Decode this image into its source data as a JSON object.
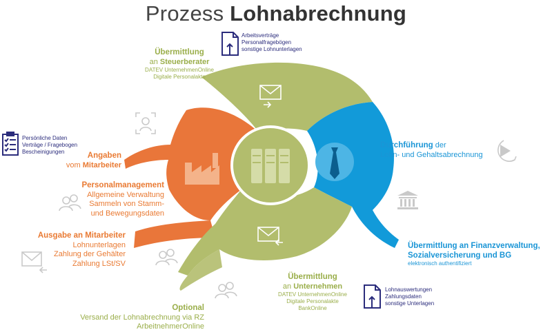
{
  "title": {
    "light": "Prozess ",
    "bold": "Lohnabrechnung"
  },
  "docs_top": [
    "Arbeitsverträge",
    "Personalfragebögen",
    "sonstige Lohnunterlagen"
  ],
  "steuerberater": {
    "l1": "Übermittlung",
    "pre": "an ",
    "l2": "Steuerberater",
    "s1": "DATEV UnternehmenOnline",
    "s2": "Digitale Personalakte"
  },
  "persoenlich": [
    "Persönliche Daten",
    "Verträge / Fragebogen",
    "Bescheinigungen"
  ],
  "angaben": {
    "l1": "Angaben",
    "pre": "vom ",
    "l2": "Mitarbeiter"
  },
  "personal": {
    "h": "Personalmanagement",
    "items": [
      "Allgemeine Verwaltung",
      "Sammeln von Stamm-",
      "und Bewegungsdaten"
    ]
  },
  "ausgabe": {
    "pre": "Ausgabe an ",
    "h": "Mitarbeiter",
    "items": [
      "Lohnunterlagen",
      "Zahlung der Gehälter",
      "Zahlung LSt/SV"
    ]
  },
  "optional": {
    "h": "Optional",
    "l1": "Versand der Lohnabrechnung via RZ",
    "l2": "ArbeitnehmerOnline"
  },
  "unternehmen": {
    "l1": "Übermittlung",
    "pre": "an ",
    "l2": "Unternehmen",
    "s1": "DATEV UnternehmenOnline",
    "s2": "Digitale Personalakte",
    "s3": "BankOnline"
  },
  "docs_bottom": [
    "Lohnauswertungen",
    "Zahlungsdaten",
    "sonstige Unterlagen"
  ],
  "durchfuehrung": {
    "h": "Durchführung",
    "post": " der",
    "l2": "Lohn- und Gehaltsabrechnung"
  },
  "finanz": {
    "h1": "Übermittlung an Finanzverwaltung,",
    "h2": "Sozialversicherung und BG",
    "s": "elektronisch authentifiziert"
  },
  "colors": {
    "green": "#b2bd6d",
    "green_text": "#9aae4a",
    "orange": "#e9763a",
    "blue": "#129ad9",
    "navy": "#2b2c7c",
    "gray_icon": "#c9c9c9"
  },
  "icons": [
    "document-upload-icon",
    "mail-forward-icon",
    "person-frame-icon",
    "clipboard-checklist-icon",
    "factory-icon",
    "server-icon",
    "tie-icon",
    "play-replay-icon",
    "bank-icon",
    "people-icon",
    "mail-reply-icon"
  ]
}
